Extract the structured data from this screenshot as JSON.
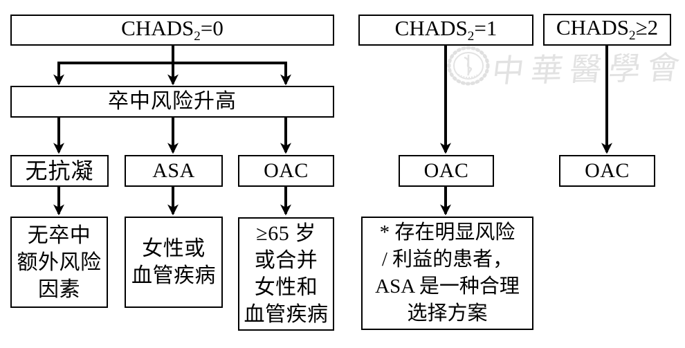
{
  "colors": {
    "background": "#ffffff",
    "box_border": "#000000",
    "line": "#000000",
    "text": "#000000",
    "watermark": "#e2e2e2"
  },
  "watermark": {
    "seal_icon": "chinese-medical-association-seal",
    "text": "中華醫學會"
  },
  "nodes": {
    "chads0": {
      "prefix": "CHADS",
      "sub": "2",
      "suffix": "=0"
    },
    "chads1": {
      "prefix": "CHADS",
      "sub": "2",
      "suffix": "=1"
    },
    "chads2": {
      "prefix": "CHADS",
      "sub": "2",
      "suffix": "≥2"
    },
    "stroke_risk": "卒中风险升高",
    "no_anticoagulation": "无抗凝",
    "asa": "ASA",
    "oac_under_chads0": "OAC",
    "oac_under_chads1": "OAC",
    "oac_under_chads2": "OAC",
    "no_extra_stroke_risk": "无卒中\n额外风险\n因素",
    "female_or_vascular": "女性或\n血管疾病",
    "ge65_or_combined": "≥65 岁\n或合并\n女性和\n血管疾病",
    "asa_note": "* 存在明显风险\n/ 利益的患者，\nASA 是一种合理\n选择方案"
  }
}
